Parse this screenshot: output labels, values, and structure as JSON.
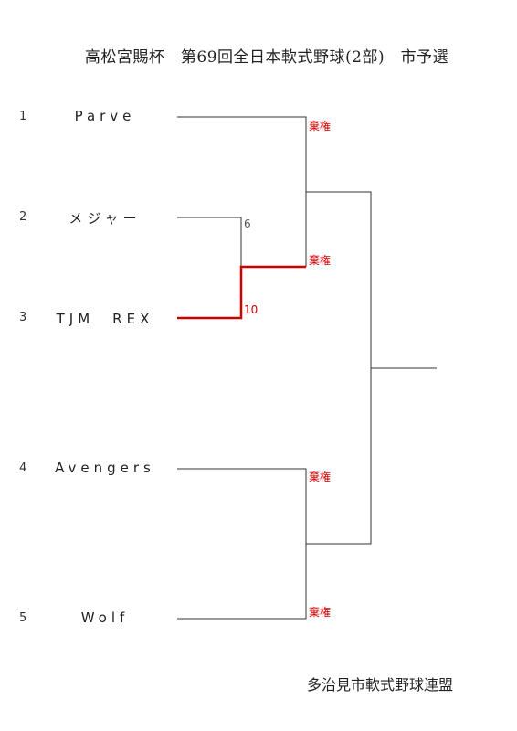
{
  "title": "高松宮賜杯　第69回全日本軟式野球(2部)　市予選",
  "teams": [
    {
      "seed": "1",
      "name": "Parve"
    },
    {
      "seed": "2",
      "name": "メジャー"
    },
    {
      "seed": "3",
      "name": "TJM　REX"
    },
    {
      "seed": "4",
      "name": "Avengers"
    },
    {
      "seed": "5",
      "name": "Wolf"
    }
  ],
  "scores": {
    "team2": "6",
    "team3": "10"
  },
  "forfeit_label": "棄権",
  "organizer": "多治見市軟式野球連盟",
  "colors": {
    "line": "#333333",
    "winner": "#cc0000",
    "forfeit": "#cc0000"
  }
}
